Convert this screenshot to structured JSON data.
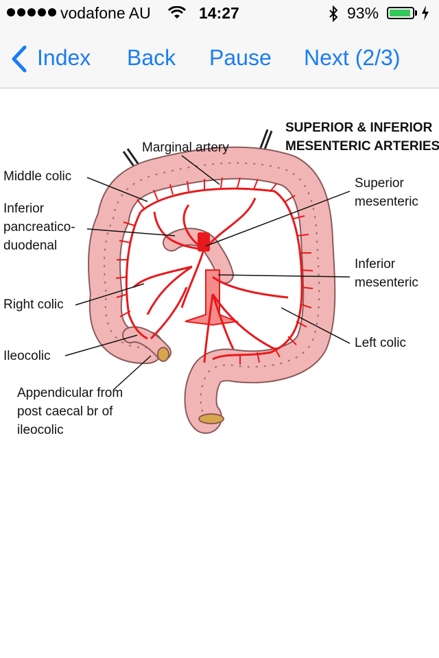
{
  "status_bar": {
    "carrier": "vodafone AU",
    "time": "14:27",
    "battery_percent": "93%",
    "battery_level": 0.93
  },
  "nav": {
    "index_label": "Index",
    "back_label": "Back",
    "pause_label": "Pause",
    "next_label": "Next (2/3)",
    "accent_color": "#1a7cf5"
  },
  "diagram": {
    "title_line1": "SUPERIOR & INFERIOR",
    "title_line2": "MESENTERIC ARTERIES",
    "labels": {
      "marginal_artery": "Marginal artery",
      "middle_colic": "Middle colic",
      "inferior_pd_1": "Inferior",
      "inferior_pd_2": "pancreatico-",
      "inferior_pd_3": "duodenal",
      "right_colic": "Right colic",
      "ileocolic": "Ileocolic",
      "appendicular_1": "Appendicular from",
      "appendicular_2": "post caecal br of",
      "appendicular_3": "ileocolic",
      "superior_mes_1": "Superior",
      "superior_mes_2": "mesenteric",
      "inferior_mes_1": "Inferior",
      "inferior_mes_2": "mesenteric",
      "left_colic": "Left colic"
    },
    "colors": {
      "colon": "#f2b5b5",
      "colon_outline": "#8a5a5a",
      "artery": "#e8191c"
    }
  }
}
